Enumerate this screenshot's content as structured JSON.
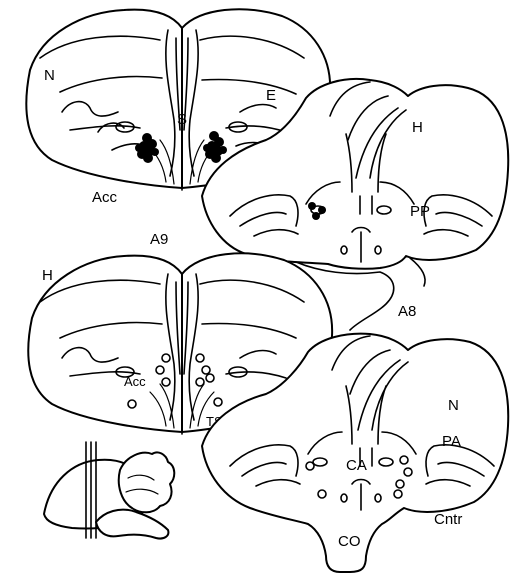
{
  "labels": {
    "n_top": "N",
    "e_top": "E",
    "s_top": "S",
    "acc_top": "Acc",
    "h_right_top": "H",
    "pp": "PP",
    "a9": "A9",
    "a8": "A8",
    "h_mid": "H",
    "acc_mid": "Acc",
    "tsm": "TSM",
    "n_bottom": "N",
    "pa": "PA",
    "ca": "CA",
    "cntr": "Cntr",
    "co": "CO"
  },
  "colors": {
    "ink": "#000000",
    "paper": "#ffffff"
  }
}
